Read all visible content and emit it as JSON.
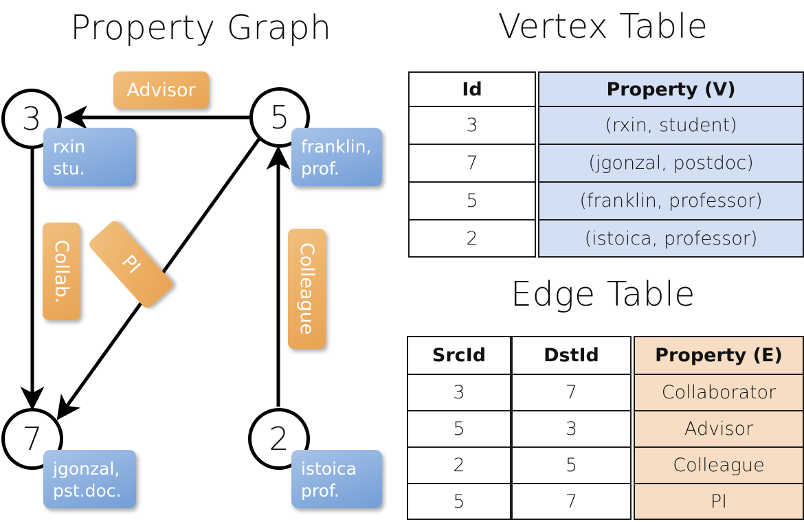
{
  "titles": {
    "property_graph": "Property Graph",
    "vertex_table": "Vertex Table",
    "edge_table": "Edge Table"
  },
  "graph": {
    "nodes": [
      {
        "id": "3",
        "label": "3",
        "property_line1": "rxin",
        "property_line2": "stu."
      },
      {
        "id": "5",
        "label": "5",
        "property_line1": "franklin,",
        "property_line2": "prof."
      },
      {
        "id": "7",
        "label": "7",
        "property_line1": "jgonzal,",
        "property_line2": "pst.doc."
      },
      {
        "id": "2",
        "label": "2",
        "property_line1": "istoica",
        "property_line2": "prof."
      }
    ],
    "edge_labels": [
      {
        "name": "advisor",
        "text": "Advisor"
      },
      {
        "name": "collab",
        "text": "Collab."
      },
      {
        "name": "pi",
        "text": "PI"
      },
      {
        "name": "colleague",
        "text": "Colleague"
      }
    ],
    "edges": [
      {
        "src": "5",
        "dst": "3",
        "label": "Advisor"
      },
      {
        "src": "3",
        "dst": "7",
        "label": "Collab."
      },
      {
        "src": "5",
        "dst": "7",
        "label": "PI"
      },
      {
        "src": "2",
        "dst": "5",
        "label": "Colleague"
      }
    ]
  },
  "vertex_table": {
    "headers": [
      "Id",
      "Property (V)"
    ],
    "rows": [
      {
        "id": "3",
        "property": "(rxin, student)"
      },
      {
        "id": "7",
        "property": "(jgonzal, postdoc)"
      },
      {
        "id": "5",
        "property": "(franklin, professor)"
      },
      {
        "id": "2",
        "property": "(istoica, professor)"
      }
    ]
  },
  "edge_table": {
    "headers": [
      "SrcId",
      "DstId",
      "Property (E)"
    ],
    "rows": [
      {
        "src": "3",
        "dst": "7",
        "property": "Collaborator"
      },
      {
        "src": "5",
        "dst": "3",
        "property": "Advisor"
      },
      {
        "src": "2",
        "dst": "5",
        "property": "Colleague"
      },
      {
        "src": "5",
        "dst": "7",
        "property": "PI"
      }
    ]
  },
  "colors": {
    "vertex_property_fill": "#d3dff2",
    "edge_property_fill": "#f6ddc3",
    "node_property_box": "#8fb2e0",
    "edge_label_box": "#eeb168",
    "stroke": "#000000"
  }
}
